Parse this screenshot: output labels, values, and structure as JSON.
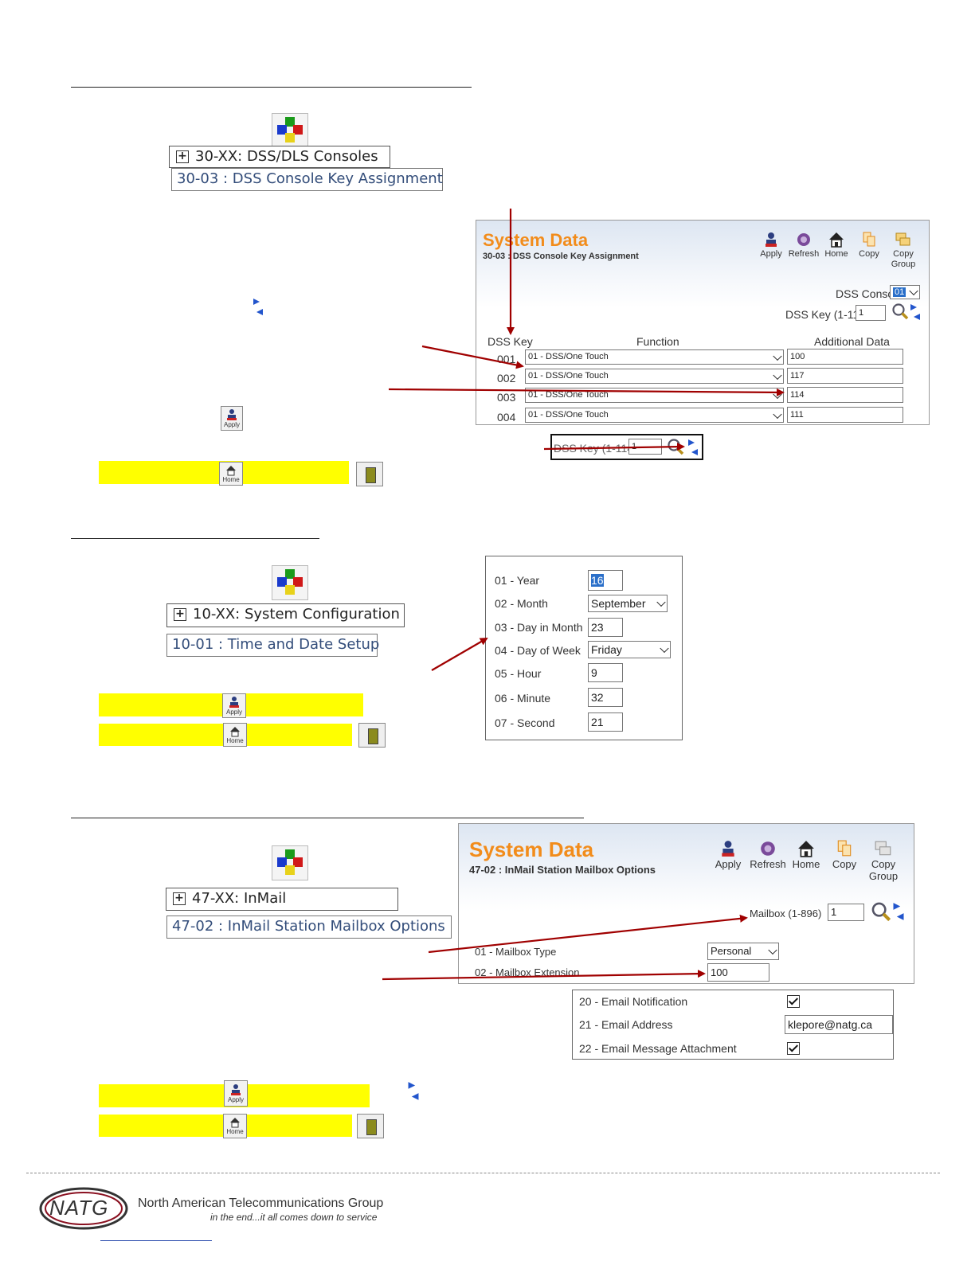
{
  "colors": {
    "arrow": "#a00000",
    "highlight": "#ffff00",
    "title_orange": "#f28c1b",
    "link_blue": "#334d7a"
  },
  "section1": {
    "tree_category": "30-XX: DSS/DLS Consoles",
    "tree_program": "30-03 : DSS Console Key Assignment",
    "panel": {
      "title": "System Data",
      "subtitle": "30-03 : DSS Console Key Assignment",
      "toolbar": {
        "apply": "Apply",
        "refresh": "Refresh",
        "home": "Home",
        "copy": "Copy",
        "copy_group_1": "Copy",
        "copy_group_2": "Group"
      },
      "dss_console_label": "DSS Console",
      "dss_console_value": "01",
      "dss_key_label": "DSS Key (1-114)",
      "dss_key_value": "1",
      "columns": [
        "DSS Key",
        "Function",
        "Additional Data"
      ],
      "rows": [
        {
          "key": "001",
          "function": "01 - DSS/One Touch",
          "data": "100"
        },
        {
          "key": "002",
          "function": "01 - DSS/One Touch",
          "data": "117"
        },
        {
          "key": "003",
          "function": "01 - DSS/One Touch",
          "data": "114"
        },
        {
          "key": "004",
          "function": "01 - DSS/One Touch",
          "data": "111"
        }
      ]
    },
    "mini_dss_label": "DSS Key (1-114)",
    "mini_dss_value": "1",
    "apply_icon": "Apply",
    "home_icon": "Home"
  },
  "section2": {
    "tree_category": "10-XX: System Configuration",
    "tree_program": "10-01 : Time and Date Setup",
    "fields": [
      {
        "label": "01 - Year",
        "value": "16"
      },
      {
        "label": "02 - Month",
        "value": "September"
      },
      {
        "label": "03 - Day in Month",
        "value": "23"
      },
      {
        "label": "04 - Day of Week",
        "value": "Friday"
      },
      {
        "label": "05 - Hour",
        "value": "9"
      },
      {
        "label": "06 - Minute",
        "value": "32"
      },
      {
        "label": "07 - Second",
        "value": "21"
      }
    ],
    "apply_icon": "Apply",
    "home_icon": "Home"
  },
  "section3": {
    "tree_category": "47-XX: InMail",
    "tree_program": "47-02 : InMail Station Mailbox Options",
    "panel": {
      "title": "System Data",
      "subtitle": "47-02 : InMail Station Mailbox Options",
      "toolbar": {
        "apply": "Apply",
        "refresh": "Refresh",
        "home": "Home",
        "copy": "Copy",
        "copy_group_1": "Copy",
        "copy_group_2": "Group"
      },
      "mailbox_label": "Mailbox (1-896)",
      "mailbox_value": "1",
      "mailbox_type_label": "01 - Mailbox Type",
      "mailbox_type_value": "Personal",
      "mailbox_ext_label": "02 - Mailbox Extension",
      "mailbox_ext_value": "100"
    },
    "email": {
      "notification_label": "20 - Email Notification",
      "address_label": "21 - Email Address",
      "address_value": "klepore@natg.ca",
      "attachment_label": "22 - Email Message Attachment"
    },
    "apply_icon": "Apply",
    "home_icon": "Home"
  },
  "footer": {
    "logo_text": "NATG",
    "company": "North American Telecommunications Group",
    "tagline": "in the end...it all comes down to service"
  }
}
